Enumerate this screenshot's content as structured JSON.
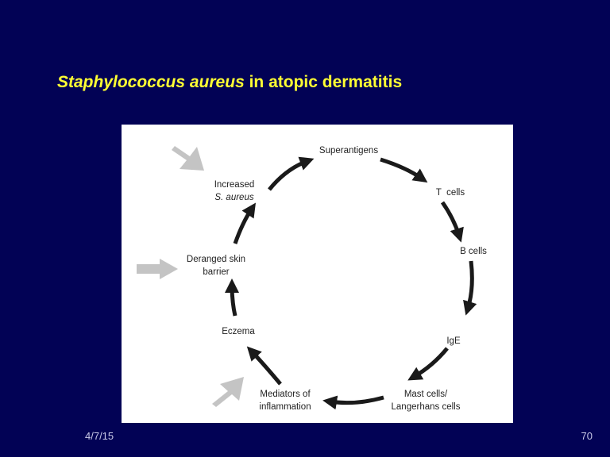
{
  "slide": {
    "title_italic": "Staphylococcus aureus",
    "title_rest": " in atopic dermatitis",
    "date": "4/7/15",
    "page_number": "70"
  },
  "diagram": {
    "nodes": {
      "superantigens": "Superantigens",
      "t_cells": "T  cells",
      "b_cells": "B cells",
      "ige": "IgE",
      "mast_cells_line1": "Mast cells/",
      "mast_cells_line2": "Langerhans cells",
      "mediators_line1": "Mediators of",
      "mediators_line2": "inflammation",
      "eczema": "Eczema",
      "skin_barrier_line1": "Deranged skin",
      "skin_barrier_line2": "barrier",
      "increased_line1": "Increased",
      "increased_line2": "S. aureus"
    },
    "cycle_arrow_color": "#1a1a1a",
    "input_arrow_color": "#c4c4c4",
    "input_arrows": [
      "increased-s-aureus",
      "deranged-skin-barrier",
      "mediators-of-inflammation"
    ]
  },
  "colors": {
    "background": "#020255",
    "title": "#ffff33",
    "panel": "#ffffff"
  }
}
